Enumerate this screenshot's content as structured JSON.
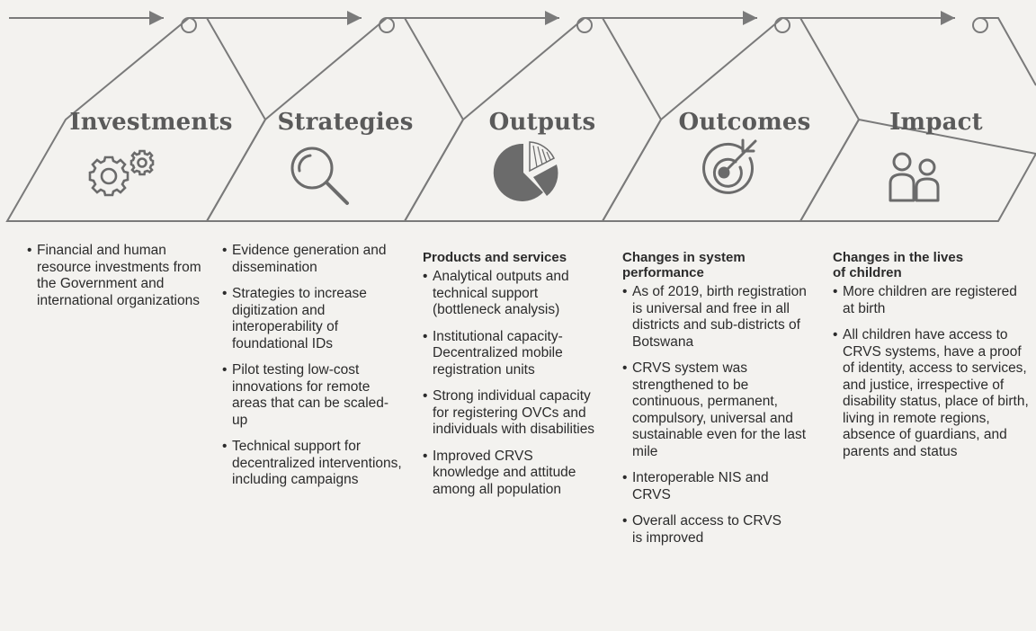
{
  "stages": [
    {
      "title": "Investments",
      "icon": "gears-icon",
      "heading": "",
      "bullets": [
        "Financial and human resource investments from the Government and international organizations"
      ]
    },
    {
      "title": "Strategies",
      "icon": "magnifier-icon",
      "heading": "",
      "bullets": [
        "Evidence generation and dissemination",
        "Strategies to increase digitization and interoperability of foundational IDs",
        "Pilot testing low-cost innovations for remote areas that can be scaled-up",
        "Technical support for decentralized interventions, including campaigns"
      ]
    },
    {
      "title": "Outputs",
      "icon": "pie-chart-icon",
      "heading": "Products and services",
      "bullets": [
        "Analytical outputs and technical support (bottleneck analysis)",
        "Institutional capacity-Decentralized mobile registration units",
        "Strong individual capacity for registering OVCs and individuals with disabilities",
        "Improved CRVS knowledge and attitude among all population"
      ]
    },
    {
      "title": "Outcomes",
      "icon": "target-icon",
      "heading": "Changes in system performance",
      "bullets": [
        "As of 2019, birth registration is universal and free in all districts and sub-districts of Botswana",
        "CRVS system was strengthened to be continuous, permanent, compulsory, universal and sustainable even for the last mile",
        "Interoperable NIS and CRVS",
        "Overall access to CRVS is improved"
      ]
    },
    {
      "title": "Impact",
      "icon": "people-icon",
      "heading": "Changes in the lives of children",
      "bullets": [
        "More children are registered at birth",
        "All children have access to CRVS systems, have a proof of identity, access to services, and justice, irrespective of disability status, place of birth, living in remote regions, absence of guardians, and parents and status"
      ]
    }
  ],
  "colors": {
    "background": "#f3f2ef",
    "outline": "#7a7a7a",
    "icon": "#6b6b6b",
    "text": "#2b2b2b"
  }
}
